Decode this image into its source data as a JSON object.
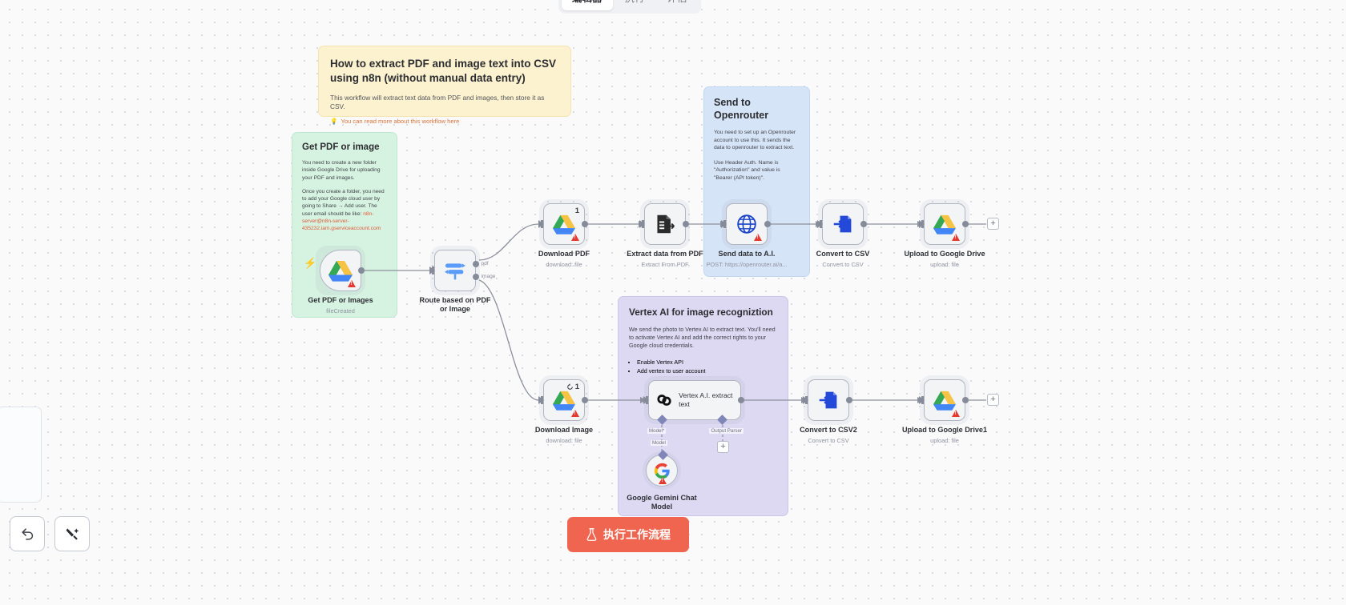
{
  "tabs": [
    {
      "label": "编辑器",
      "active": true
    },
    {
      "label": "执行",
      "active": false
    },
    {
      "label": "评估",
      "active": false
    }
  ],
  "notes": {
    "yellow": {
      "title": "How to extract PDF and image text into CSV using n8n (without manual data entry)",
      "body": "This workflow will extract text data from PDF and images, then store it as CSV.",
      "link": "You can read more about this workflow here",
      "link_icon": "bulb-icon"
    },
    "green": {
      "title": "Get PDF or image",
      "para1": "You need to create a new folder inside Google Drive for uploading your PDF and images.",
      "para2_a": "Once you create a folder, you need to add your Google cloud user by going to Share → Add user. The user email should be like: ",
      "para2_email": "n8n-server@n8n-server-435232.iam.gserviceaccount.com"
    },
    "blue": {
      "title": "Send to Openrouter",
      "para1": "You need to set up an Openrouter account to use this. It sends the data to openrouter to extract text.",
      "para2": "Use Header Auth. Name is \"Authorization\" and value is \"Bearer (API token)\"."
    },
    "purple": {
      "title": "Vertex AI for image recogniztion",
      "para1": "We send the photo to Vertex AI to extract text. You'll need to activate Vertex AI and add the correct rights to your Google cloud credentials.",
      "bullets": [
        "Enable Vertex API",
        "Add vertex to user account"
      ]
    }
  },
  "nodes": {
    "get_pdf": {
      "label": "Get PDF or Images",
      "sub": "fileCreated",
      "icon": "google-drive-icon"
    },
    "router": {
      "label": "Route based on PDF or Image",
      "sub": "",
      "icon": "switch-icon",
      "out1": "pdf",
      "out2": "image"
    },
    "download_pdf": {
      "label": "Download PDF",
      "sub": "download: file",
      "icon": "google-drive-icon",
      "badge": "1"
    },
    "extract_pdf": {
      "label": "Extract data from PDF",
      "sub": "Extract From PDF",
      "icon": "extract-file-icon"
    },
    "send_ai": {
      "label": "Send data to A.I.",
      "sub": "POST: https://openrouter.ai/a...",
      "icon": "globe-icon"
    },
    "convert_csv": {
      "label": "Convert to CSV",
      "sub": "Convert to CSV",
      "icon": "convert-file-icon"
    },
    "upload_drive": {
      "label": "Upload to Google Drive",
      "sub": "upload: file",
      "icon": "google-drive-icon"
    },
    "download_image": {
      "label": "Download Image",
      "sub": "download: file",
      "icon": "google-drive-icon",
      "badge": "1",
      "badge_icon": "loop-icon"
    },
    "vertex": {
      "label": "Vertex A.I. extract text",
      "sub": "",
      "icon": "chain-link-icon",
      "port_model": "Model*",
      "port_parser": "Output Parser"
    },
    "gemini": {
      "label": "Google Gemini Chat Model",
      "sub": "",
      "icon": "google-g-icon",
      "port_model": "Model"
    },
    "convert_csv2": {
      "label": "Convert to CSV2",
      "sub": "Convert to CSV",
      "icon": "convert-file-icon"
    },
    "upload_drive1": {
      "label": "Upload to Google Drive1",
      "sub": "upload: file",
      "icon": "google-drive-icon"
    }
  },
  "controls": {
    "undo": "undo-icon",
    "tidy": "tidy-up-icon",
    "plus": "+"
  },
  "execute": {
    "label": "执行工作流程",
    "icon": "flask-icon"
  },
  "colors": {
    "accent_execute": "#f0654f",
    "note_yellow": "#fdf2cf",
    "note_green": "#d6f3e1",
    "note_blue": "#d6e4f7",
    "note_purple": "#ddd9f3",
    "warning": "#e4392f"
  }
}
